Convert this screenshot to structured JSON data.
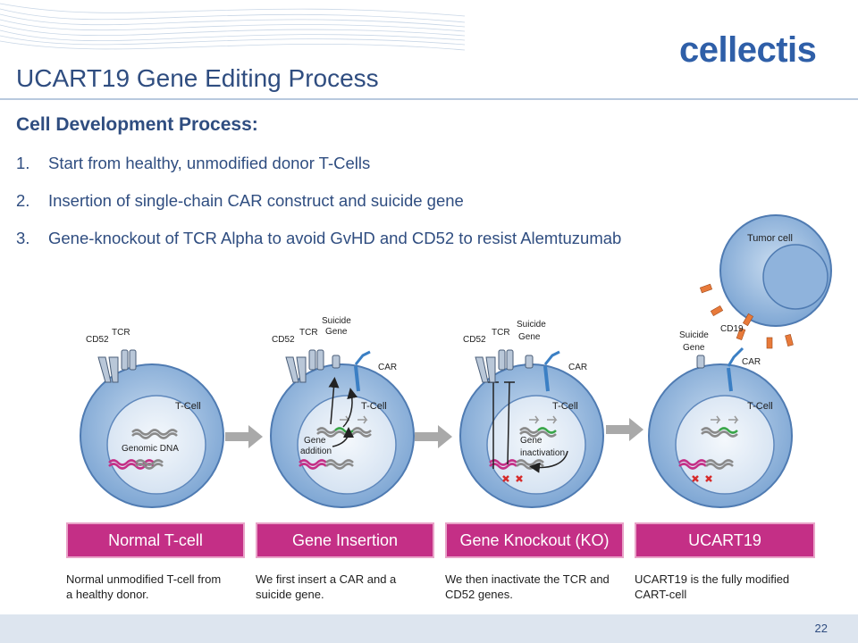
{
  "header": {
    "title": "UCART19 Gene Editing Process",
    "logo_text": "cellectis"
  },
  "content": {
    "subtitle": "Cell Development Process:",
    "steps": [
      {
        "num": "1.",
        "text": "Start from healthy, unmodified donor T-Cells"
      },
      {
        "num": "2.",
        "text": "Insertion of single-chain CAR construct and suicide gene"
      },
      {
        "num": "3.",
        "text": "Gene-knockout of TCR Alpha to avoid GvHD and CD52 to resist Alemtuzumab"
      }
    ]
  },
  "diagram": {
    "labels": {
      "cd52": "CD52",
      "tcr": "TCR",
      "suicide_gene_1": "Suicide",
      "suicide_gene_2": "Gene",
      "car": "CAR",
      "tcell": "T-Cell",
      "genomic_dna": "Genomic DNA",
      "gene_addition_1": "Gene",
      "gene_addition_2": "addition",
      "gene_inactivation_1": "Gene",
      "gene_inactivation_2": "inactivation",
      "tumor_cell": "Tumor cell",
      "cd19": "CD19"
    },
    "stages": [
      {
        "label": "Normal T-cell",
        "caption_1": "Normal unmodified T-cell from",
        "caption_2": "a healthy donor."
      },
      {
        "label": "Gene Insertion",
        "caption_1": "We first insert a CAR and a",
        "caption_2": "suicide gene."
      },
      {
        "label": "Gene Knockout (KO)",
        "caption_1": "We then inactivate the TCR and",
        "caption_2": "CD52 genes."
      },
      {
        "label": "UCART19",
        "caption_1": "UCART19 is the fully modified",
        "caption_2": "CART-cell"
      }
    ],
    "colors": {
      "title": "#2f4d80",
      "stage_box": "#c42f86",
      "cell_fill": "#8fb3dc",
      "nucleus_fill": "#e6eef8",
      "dna_gray": "#8a8a8a",
      "dna_green": "#3aa64a",
      "dna_magenta": "#c42f86",
      "ko_mark": "#d62b2b"
    }
  },
  "footer": {
    "page_number": "22"
  }
}
